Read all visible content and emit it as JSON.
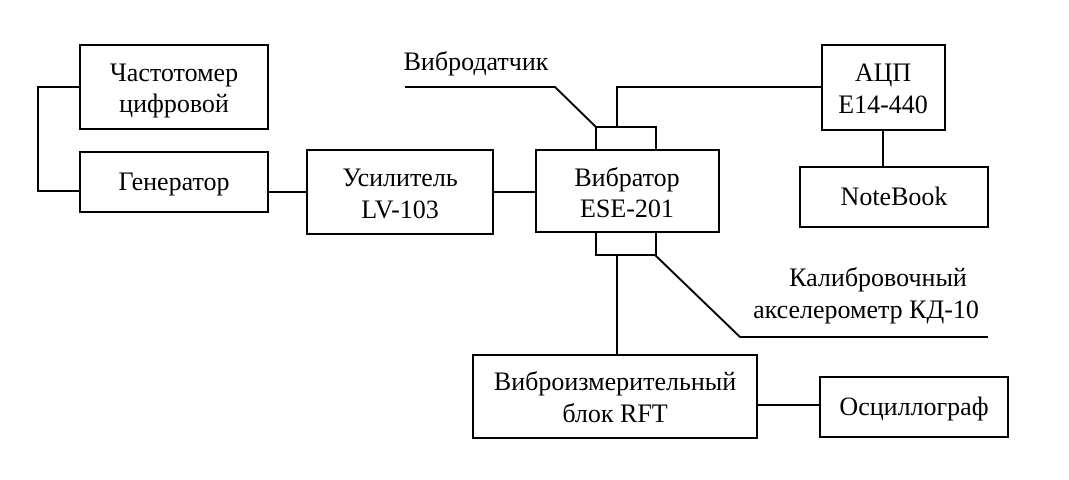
{
  "blocks": {
    "frequency_meter": {
      "line1": "Частотомер",
      "line2": "цифровой"
    },
    "generator": {
      "line1": "Генератор"
    },
    "amplifier": {
      "line1": "Усилитель",
      "line2": "LV-103"
    },
    "vibrator": {
      "line1": "Вибратор",
      "line2": "ESE-201"
    },
    "adc": {
      "line1": "АЦП",
      "line2": "E14-440"
    },
    "notebook": {
      "line1": "NoteBook"
    },
    "vibration_meter": {
      "line1": "Виброизмерительный",
      "line2": "блок RFT"
    },
    "oscilloscope": {
      "line1": "Осциллограф"
    }
  },
  "callouts": {
    "vibration_sensor": {
      "line1": "Вибродатчик"
    },
    "calibration_accelerometer": {
      "line1": "Калибровочный",
      "line2": "акселерометр КД-10"
    }
  }
}
